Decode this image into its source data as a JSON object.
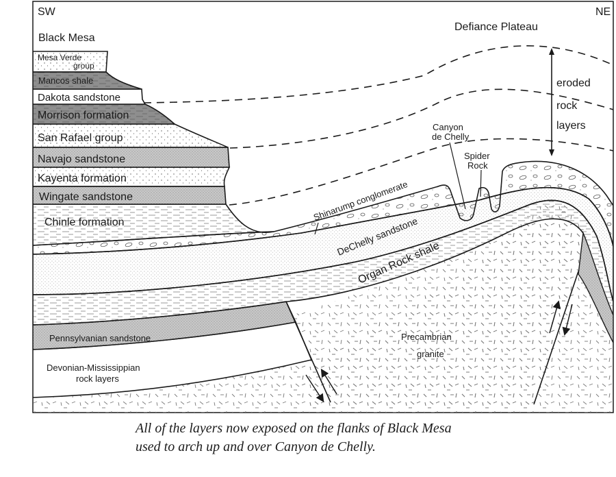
{
  "diagram": {
    "direction_left": "SW",
    "direction_right": "NE",
    "locations": {
      "black_mesa": "Black Mesa",
      "defiance_plateau": "Defiance Plateau",
      "canyon_de_chelly_line1": "Canyon",
      "canyon_de_chelly_line2": "de Chelly",
      "spider_rock_line1": "Spider",
      "spider_rock_line2": "Rock"
    },
    "eroded_label": [
      "eroded",
      "rock",
      "layers"
    ],
    "mesa_layers": [
      {
        "id": "mesa-verde",
        "label_line1": "Mesa Verde",
        "label_line2": "group",
        "pattern": "sandstone",
        "fill": "#ffffff"
      },
      {
        "id": "mancos",
        "label": "Mancos shale",
        "pattern": "shale",
        "fill": "#8e8e8e"
      },
      {
        "id": "dakota",
        "label": "Dakota sandstone",
        "pattern": "plain",
        "fill": "#ffffff"
      },
      {
        "id": "morrison",
        "label": "Morrison formation",
        "pattern": "shale",
        "fill": "#8e8e8e"
      },
      {
        "id": "san-rafael",
        "label": "San Rafael group",
        "pattern": "sandstone",
        "fill": "#ffffff"
      },
      {
        "id": "navajo",
        "label": "Navajo sandstone",
        "pattern": "sandstone",
        "fill": "#c4c4c4"
      },
      {
        "id": "kayenta",
        "label": "Kayenta formation",
        "pattern": "sandstone",
        "fill": "#ffffff"
      },
      {
        "id": "wingate",
        "label": "Wingate sandstone",
        "pattern": "sandstone",
        "fill": "#b8b8b8"
      },
      {
        "id": "chinle",
        "label": "Chinle formation",
        "pattern": "shale",
        "fill": "#ffffff"
      }
    ],
    "deep_layers": {
      "shinarump": "Shinarump conglomerate",
      "dechelly": "DeChelly sandstone",
      "organ_rock": "Organ Rock shale",
      "pennsylvanian": "Pennsylvanian sandstone",
      "devonian_line1": "Devonian-Mississippian",
      "devonian_line2": "rock layers",
      "precambrian_line1": "Precambrian",
      "precambrian_line2": "granite"
    }
  },
  "caption": {
    "line1": "All of the layers now exposed on the flanks of Black Mesa",
    "line2": "used to arch up and over Canyon de Chelly."
  },
  "colors": {
    "ink": "#1a1a1a",
    "dark_gray": "#8e8e8e",
    "mid_gray": "#bdbdbd"
  }
}
